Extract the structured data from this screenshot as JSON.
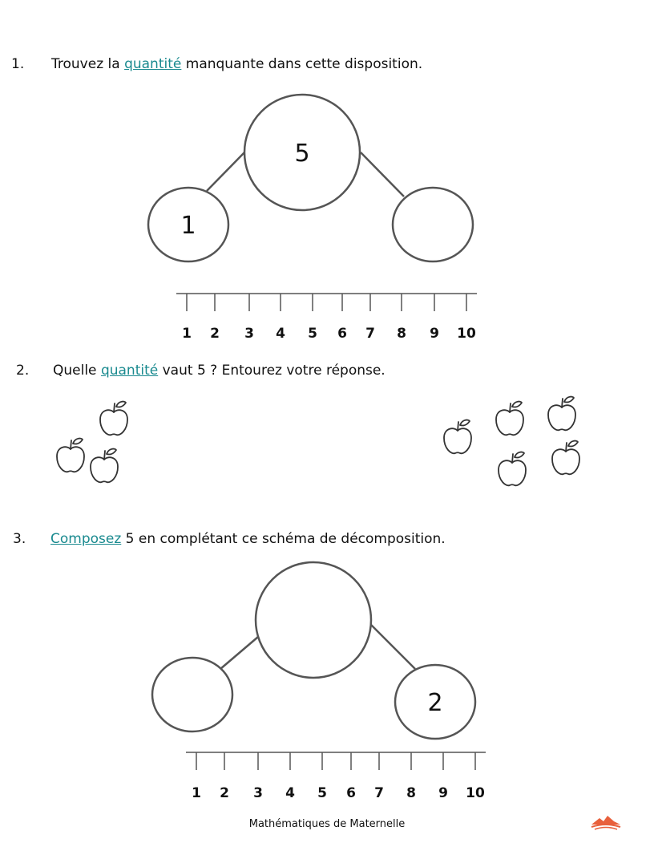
{
  "q1": {
    "number": "1.",
    "pre": "Trouvez la ",
    "link": "quantité",
    "post": " manquante dans cette disposition.",
    "whole": "5",
    "left_part": "1",
    "right_part": ""
  },
  "q2": {
    "number": "2.",
    "pre": "Quelle ",
    "link": "quantité",
    "post": " vaut 5 ? Entourez votre réponse.",
    "left_group_count": 3,
    "right_group_count": 5,
    "icon": "apple-icon"
  },
  "q3": {
    "number": "3.",
    "link": "Composez",
    "post": " 5 en complétant ce schéma de décomposition.",
    "whole": "",
    "left_part": "",
    "right_part": "2"
  },
  "number_line": [
    "1",
    "2",
    "3",
    "4",
    "5",
    "6",
    "7",
    "8",
    "9",
    "10"
  ],
  "footer": "Mathématiques de Maternelle",
  "colors": {
    "link": "#1a8a8f",
    "stroke": "#555555",
    "logo": "#e8603c"
  }
}
